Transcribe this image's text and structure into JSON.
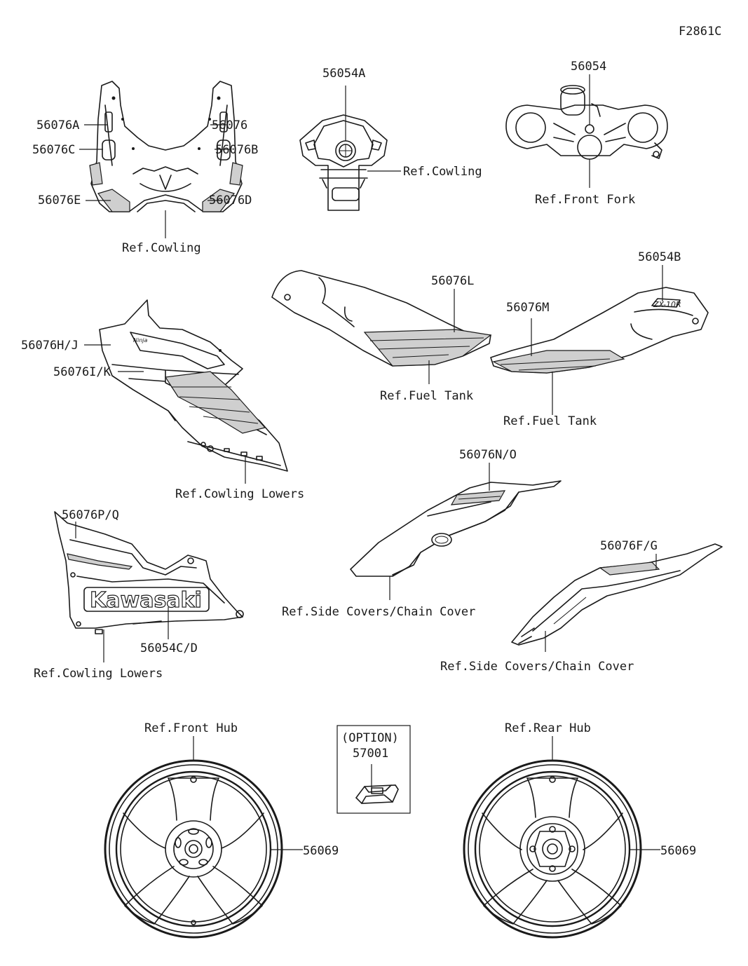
{
  "figure_code": "F2861C",
  "labels": {
    "p56076A": "56076A",
    "p56076": "56076",
    "p56076C": "56076C",
    "p56076B": "56076B",
    "p56076E": "56076E",
    "p56076D": "56076D",
    "ref_cowling_1": "Ref.Cowling",
    "p56054A": "56054A",
    "ref_cowling_2": "Ref.Cowling",
    "p56054": "56054",
    "ref_front_fork": "Ref.Front Fork",
    "p56054B": "56054B",
    "p56076L": "56076L",
    "p56076M": "56076M",
    "ref_fuel_tank_1": "Ref.Fuel Tank",
    "ref_fuel_tank_2": "Ref.Fuel Tank",
    "p56076HJ": "56076H/J",
    "p56076IK": "56076I/K",
    "ref_cowling_lowers_1": "Ref.Cowling Lowers",
    "p56076NO": "56076N/O",
    "p56076PQ": "56076P/Q",
    "p56076FG": "56076F/G",
    "p56054CD": "56054C/D",
    "ref_side_covers_1": "Ref.Side Covers/Chain Cover",
    "ref_side_covers_2": "Ref.Side Covers/Chain Cover",
    "ref_cowling_lowers_2": "Ref.Cowling Lowers",
    "ref_front_hub": "Ref.Front Hub",
    "ref_rear_hub": "Ref.Rear Hub",
    "option_label": "(OPTION)",
    "p57001": "57001",
    "p56069_front": "56069",
    "p56069_rear": "56069"
  },
  "decal_lettering": {
    "lower_cowl_logo": "Kawasaki",
    "tank_logo": "ZX-10R"
  }
}
